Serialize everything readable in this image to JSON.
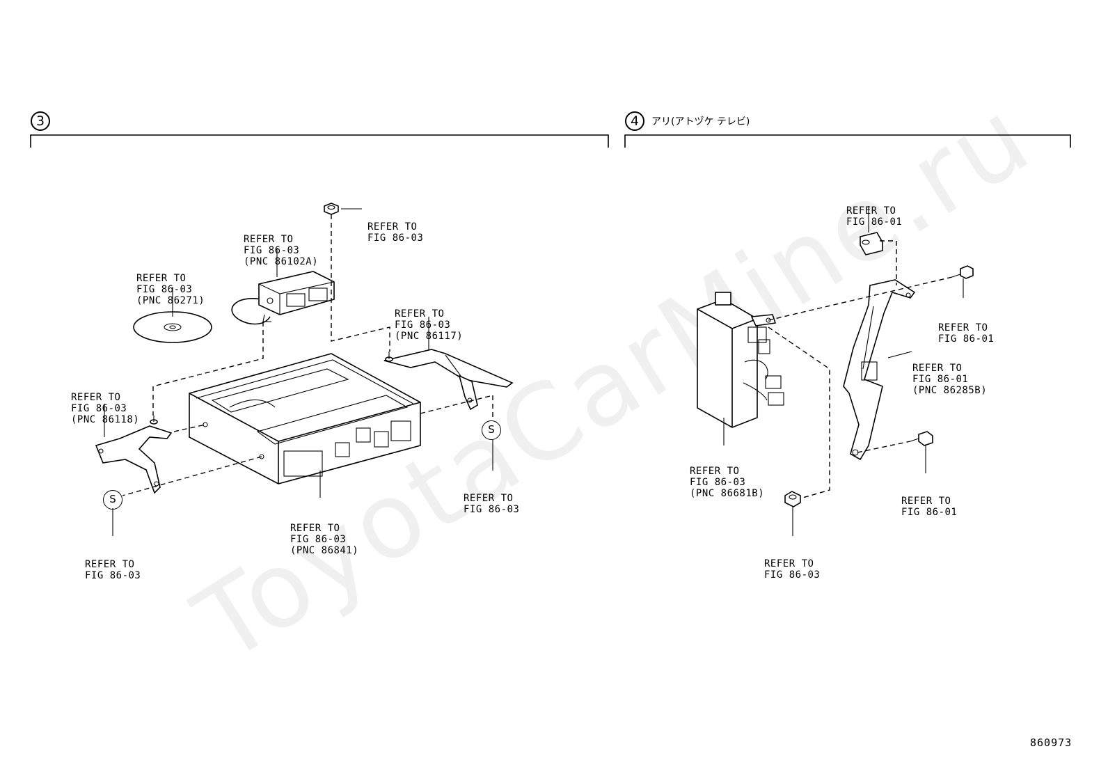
{
  "watermark": "ToyotaCarMine.ru",
  "figure_number": "860973",
  "sections": [
    {
      "number": "3",
      "title": ""
    },
    {
      "number": "4",
      "title": "アリ(アトヅケ テレビ)"
    }
  ],
  "callouts": [
    {
      "id": "nut-top",
      "lines": [
        "REFER TO",
        "FIG 86-03"
      ]
    },
    {
      "id": "ecu-86102a",
      "lines": [
        "REFER TO",
        "FIG 86-03",
        "(PNC 86102A)"
      ]
    },
    {
      "id": "disc-86271",
      "lines": [
        "REFER TO",
        "FIG 86-03",
        "(PNC 86271)"
      ]
    },
    {
      "id": "bracket-86117",
      "lines": [
        "REFER TO",
        "FIG 86-03",
        "(PNC 86117)"
      ]
    },
    {
      "id": "bracket-86118",
      "lines": [
        "REFER TO",
        "FIG 86-03",
        "(PNC 86118)"
      ]
    },
    {
      "id": "screw-right-s",
      "lines": [
        "REFER TO",
        "FIG 86-03"
      ]
    },
    {
      "id": "unit-86841",
      "lines": [
        "REFER TO",
        "FIG 86-03",
        "(PNC 86841)"
      ]
    },
    {
      "id": "screw-left-s",
      "lines": [
        "REFER TO",
        "FIG 86-03"
      ]
    },
    {
      "id": "clip-top",
      "lines": [
        "REFER TO",
        "FIG 86-01"
      ]
    },
    {
      "id": "bolt-upper",
      "lines": [
        "REFER TO",
        "FIG 86-01"
      ]
    },
    {
      "id": "bracket-86285b",
      "lines": [
        "REFER TO",
        "FIG 86-01",
        "(PNC 86285B)"
      ]
    },
    {
      "id": "module-86681b",
      "lines": [
        "REFER TO",
        "FIG 86-03",
        "(PNC 86681B)"
      ]
    },
    {
      "id": "bolt-lower",
      "lines": [
        "REFER TO",
        "FIG 86-01"
      ]
    },
    {
      "id": "nut-bottom",
      "lines": [
        "REFER TO",
        "FIG 86-03"
      ]
    }
  ],
  "symbols": {
    "screw_mark": "S"
  }
}
